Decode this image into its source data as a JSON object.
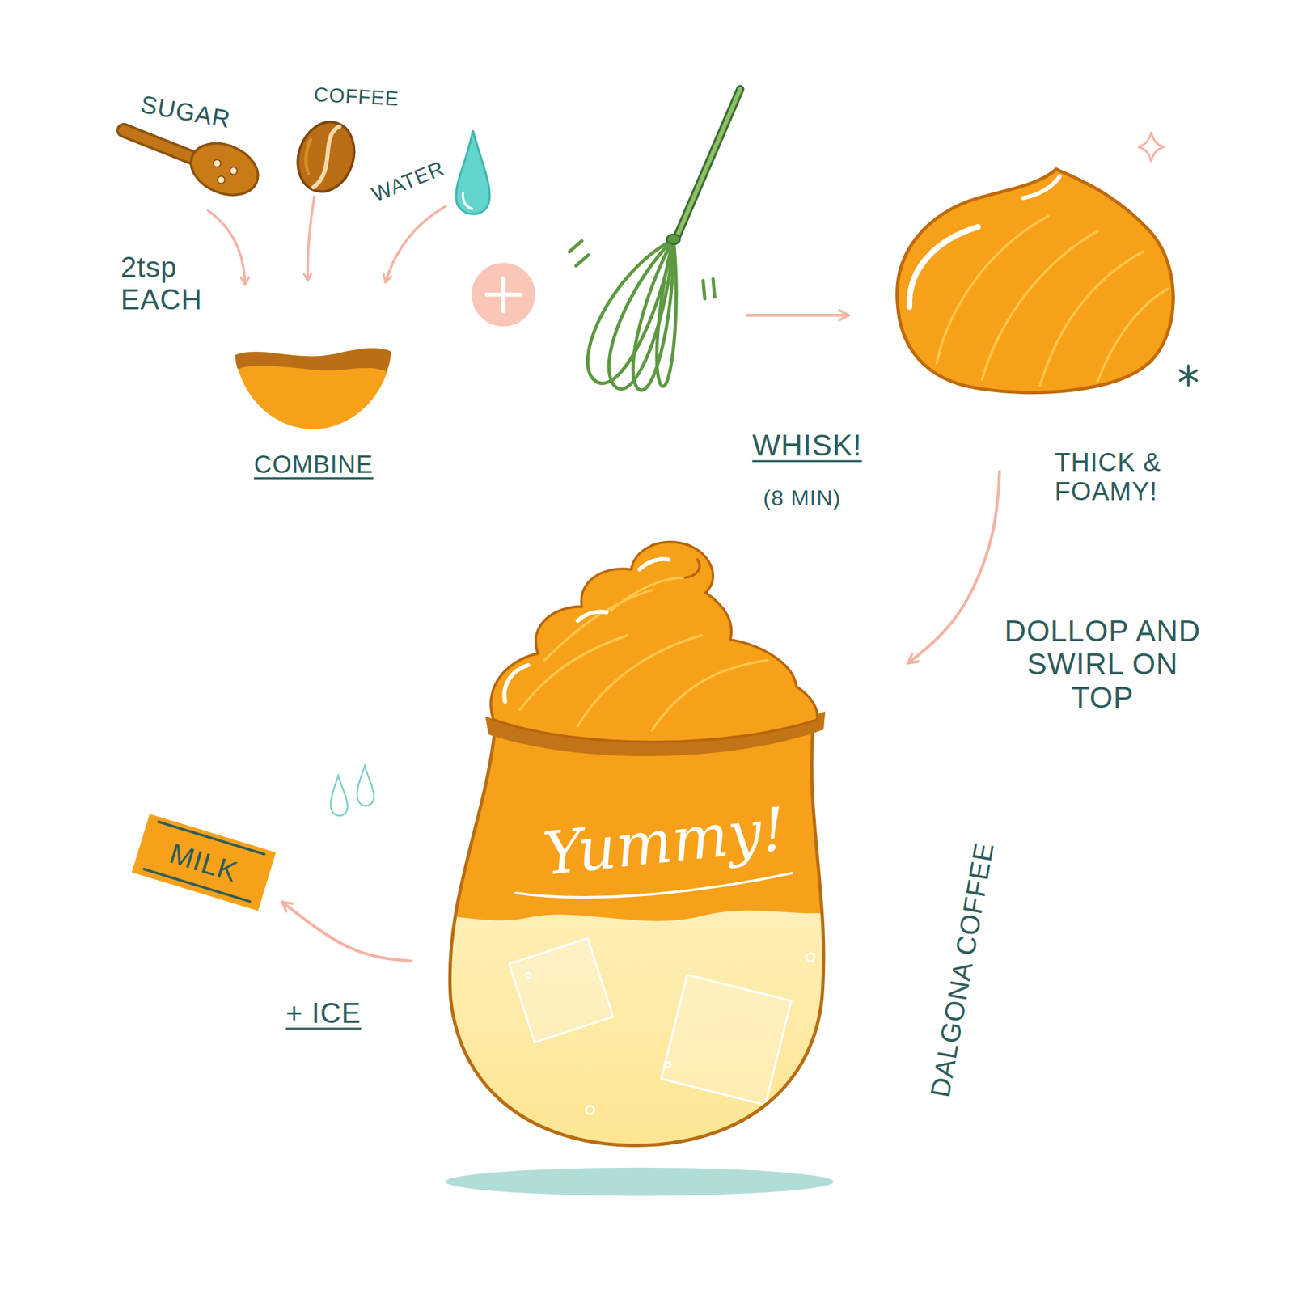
{
  "diagram": {
    "nodes": [
      {
        "text": [
          "SUGAR",
          "COFFEE",
          "WATER",
          "2tsp EACH",
          "COMBINE"
        ]
      },
      {
        "text": [
          "WHISK!",
          "(8 MIN)"
        ]
      },
      {
        "text": [
          "THICK & FOAMY!"
        ]
      },
      {
        "text": [
          "DALGONA COFFEE"
        ]
      },
      {
        "text": [
          "Yummy!"
        ],
        "in": 3
      },
      {
        "text": [
          "MILK"
        ]
      }
    ],
    "edges": [
      {
        "from": 1,
        "to": 2,
        "arrow": "to"
      },
      {
        "from": 2,
        "to": 3,
        "arrow": "to"
      },
      {
        "from": 4,
        "to": 5,
        "arrow": "to"
      }
    ],
    "labels": [
      "DOLLOP AND SWIRL ON TOP",
      "+ ICE"
    ]
  }
}
